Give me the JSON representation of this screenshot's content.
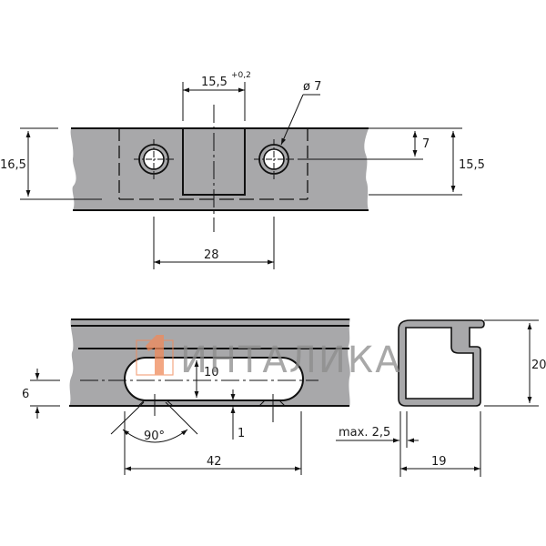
{
  "drawing": {
    "type": "technical-drawing",
    "colors": {
      "part_fill": "#a8a8aa",
      "line": "#111111",
      "background": "#ffffff",
      "watermark_logo": "#f08a5a",
      "watermark_text": "#8c8c8c"
    },
    "top_view": {
      "dimensions": {
        "slot_width": "15,5",
        "slot_tolerance": "+0,2",
        "hole_diameter": "ø 7",
        "hole_offset": "7",
        "overall_height_left": "16,5",
        "overall_height_right": "15,5",
        "hole_spacing": "28"
      }
    },
    "bottom_view": {
      "dimensions": {
        "slot_height": "10",
        "slot_offset": "6",
        "wall_gap": "1",
        "chamfer_angle": "90°",
        "slot_length": "42"
      }
    },
    "profile_section": {
      "dimensions": {
        "height": "20",
        "width": "19",
        "wall_thickness": "max. 2,5"
      }
    }
  },
  "watermark": {
    "logo_glyph": "1",
    "text": "ИНТАЛИКА"
  }
}
